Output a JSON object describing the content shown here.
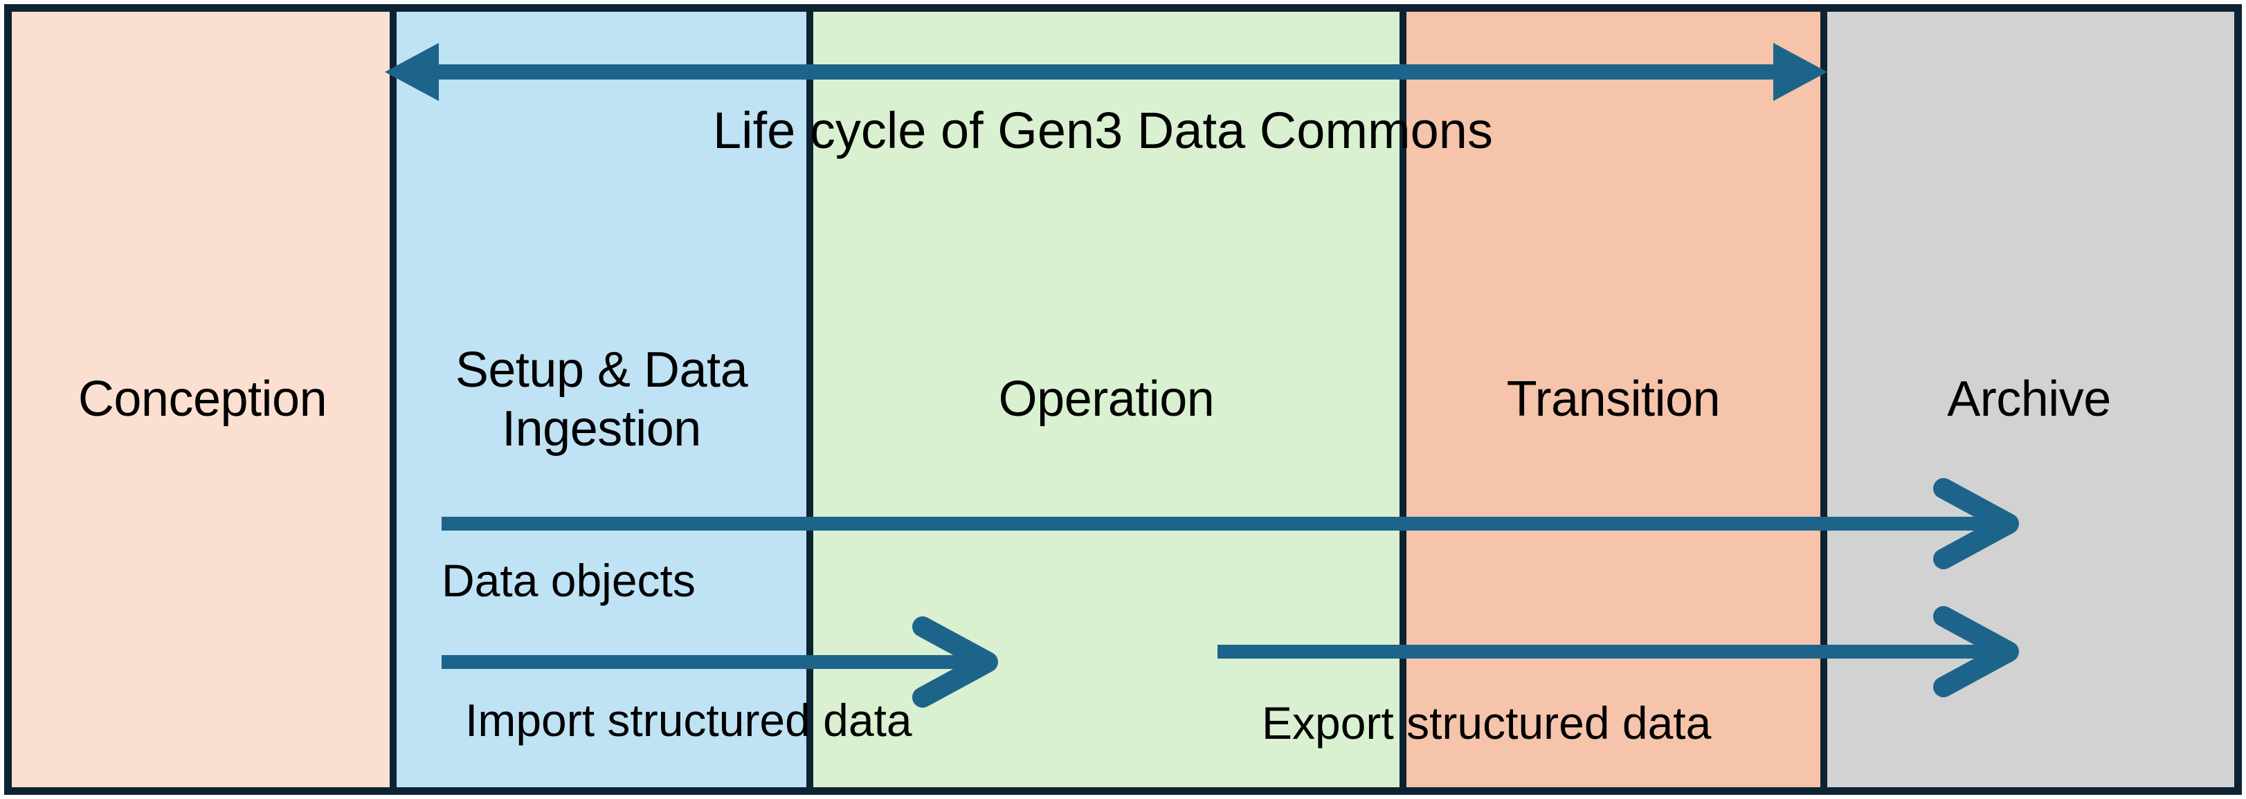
{
  "diagram": {
    "title": "Life cycle of Gen3 Data Commons",
    "border_color": "#0d2333",
    "arrow_color": "#1d648b",
    "stages": [
      {
        "id": "conception",
        "label": "Conception",
        "color": "#fbe0d1"
      },
      {
        "id": "setup",
        "label": "Setup & Data Ingestion",
        "color": "#bfe2f4"
      },
      {
        "id": "operation",
        "label": "Operation",
        "color": "#d9f0d1"
      },
      {
        "id": "transition",
        "label": "Transition",
        "color": "#f5c4aa"
      },
      {
        "id": "archive",
        "label": "Archive",
        "color": "#d2d2d2"
      }
    ],
    "flows": [
      {
        "id": "lifecycle",
        "label": "Life cycle of Gen3 Data Commons",
        "direction": "both",
        "from": "conception",
        "to": "archive"
      },
      {
        "id": "data-objects",
        "label": "Data objects",
        "direction": "right",
        "from": "setup",
        "to": "archive"
      },
      {
        "id": "import",
        "label": "Import structured data",
        "direction": "right",
        "from": "setup",
        "to": "operation"
      },
      {
        "id": "export",
        "label": "Export structured data",
        "direction": "right",
        "from": "operation",
        "to": "archive"
      }
    ]
  }
}
